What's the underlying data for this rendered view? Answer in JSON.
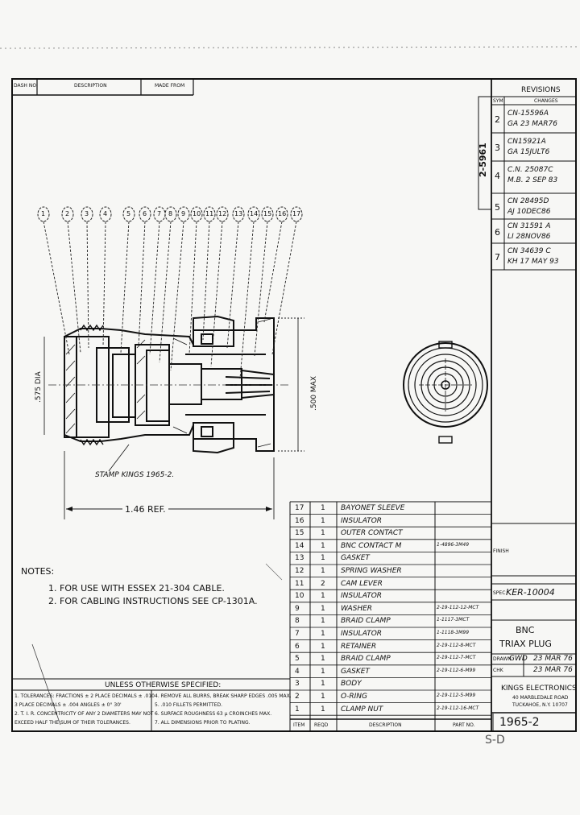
{
  "header": {
    "dash_no": "DASH NO",
    "description": "DESCRIPTION",
    "made_from": "MADE FROM"
  },
  "revisions": {
    "title": "REVISIONS",
    "col_sym": "SYM",
    "col_changes": "CHANGES",
    "rows": [
      {
        "sym": "2",
        "change": "CN-15596A",
        "sig": "GA 23 MAR76"
      },
      {
        "sym": "3",
        "change": "CN15921A",
        "sig": "GA 15JULT6"
      },
      {
        "sym": "4",
        "change": "C.N. 25087C",
        "sig": "M.B. 2 SEP 83"
      },
      {
        "sym": "5",
        "change": "CN 28495D",
        "sig": "AJ      10DEC86"
      },
      {
        "sym": "6",
        "change": "CN 31591 A",
        "sig": "LI      28NOV86"
      },
      {
        "sym": "7",
        "change": "CN 34639 C",
        "sig": "KH 17 MAY 93"
      }
    ]
  },
  "vertical_number": "2-5961",
  "balloons": [
    "1",
    "2",
    "3",
    "4",
    "5",
    "6",
    "7",
    "8",
    "9",
    "10",
    "11",
    "12",
    "13",
    "14",
    "15",
    "16",
    "17"
  ],
  "dimensions": {
    "length": "1.46 REF.",
    "dia_left": ".575 DIA",
    "dia_right": ".500 MAX"
  },
  "stamp_note": "STAMP KINGS 1965-2.",
  "notes": {
    "title": "NOTES:",
    "items": [
      "1. FOR USE WITH ESSEX 21-304 CABLE.",
      "2. FOR CABLING INSTRUCTIONS SEE CP-1301A."
    ]
  },
  "parts_list": {
    "col_item": "ITEM",
    "col_reqd": "REQD",
    "col_desc": "DESCRIPTION",
    "col_part": "PART NO.",
    "rows": [
      {
        "item": "17",
        "reqd": "1",
        "desc": "BAYONET SLEEVE",
        "part": ""
      },
      {
        "item": "16",
        "reqd": "1",
        "desc": "INSULATOR",
        "part": ""
      },
      {
        "item": "15",
        "reqd": "1",
        "desc": "OUTER CONTACT",
        "part": ""
      },
      {
        "item": "14",
        "reqd": "1",
        "desc": "BNC CONTACT M",
        "part": "1-4896-3M49"
      },
      {
        "item": "13",
        "reqd": "1",
        "desc": "GASKET",
        "part": ""
      },
      {
        "item": "12",
        "reqd": "1",
        "desc": "SPRING WASHER",
        "part": ""
      },
      {
        "item": "11",
        "reqd": "2",
        "desc": "CAM LEVER",
        "part": ""
      },
      {
        "item": "10",
        "reqd": "1",
        "desc": "INSULATOR",
        "part": ""
      },
      {
        "item": "9",
        "reqd": "1",
        "desc": "WASHER",
        "part": "2-19-112-12-MCT"
      },
      {
        "item": "8",
        "reqd": "1",
        "desc": "BRAID CLAMP",
        "part": "1-1117-3MCT"
      },
      {
        "item": "7",
        "reqd": "1",
        "desc": "INSULATOR",
        "part": "1-1118-3M99"
      },
      {
        "item": "6",
        "reqd": "1",
        "desc": "RETAINER",
        "part": "2-19-112-8-MCT"
      },
      {
        "item": "5",
        "reqd": "1",
        "desc": "BRAID CLAMP",
        "part": "2-19-112-7-MCT"
      },
      {
        "item": "4",
        "reqd": "1",
        "desc": "GASKET",
        "part": "2-19-112-6-M99"
      },
      {
        "item": "3",
        "reqd": "1",
        "desc": "BODY",
        "part": ""
      },
      {
        "item": "2",
        "reqd": "1",
        "desc": "O-RING",
        "part": "2-19-112-5-M99"
      },
      {
        "item": "1",
        "reqd": "1",
        "desc": "CLAMP NUT",
        "part": "2-19-112-16-MCT"
      }
    ]
  },
  "spec": {
    "title": "UNLESS OTHERWISE SPECIFIED:",
    "left": [
      "1. TOLERANCES: FRACTIONS ± 2 PLACE DECIMALS ± .010",
      "   3 PLACE DECIMALS ± .004        ANGLES ± 0° 30'",
      "2. T. I. R. CONCENTRICITY OF ANY 2 DIAMETERS MAY NOT",
      "   EXCEED HALF THE SUM OF THEIR TOLERANCES."
    ],
    "right": [
      "4. REMOVE ALL BURRS, BREAK SHARP EDGES .005 MAX.",
      "5. .010 FILLETS PERMITTED.",
      "6. SURFACE ROUGHNESS 63 µ CROINCHES MAX.",
      "7. ALL DIMENSIONS PRIOR TO PLATING."
    ]
  },
  "title_block": {
    "finish_label": "FINISH",
    "spec_label": "SPEC",
    "spec_value": "KER-10004",
    "title_line1": "BNC",
    "title_line2": "TRIAX PLUG",
    "drawn_label": "DRAWN",
    "drawn_value": "GWD",
    "drawn_date": "23 MAR 76",
    "checked_label": "CHK",
    "checked_date": "23 MAR 76",
    "company": "KINGS ELECTRONICS",
    "address1": "40 MARBLEDALE ROAD",
    "address2": "TUCKAHOE, N.Y. 10707",
    "drawing_no": "1965-2",
    "size": "S-D"
  }
}
